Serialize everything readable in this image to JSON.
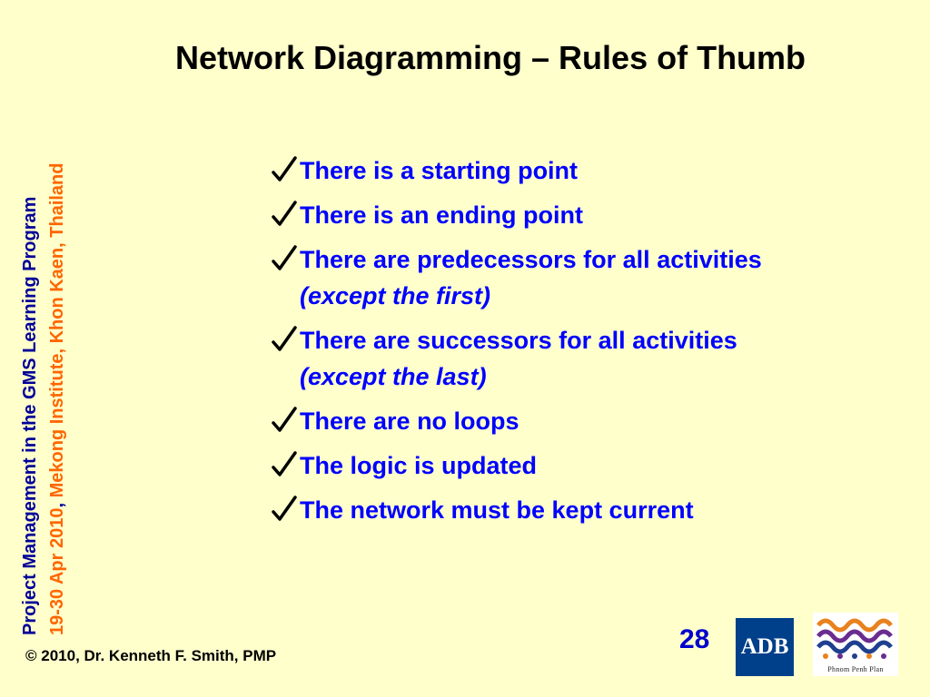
{
  "slide": {
    "title": "Network Diagramming – Rules of Thumb",
    "bullets": [
      {
        "text": "There is a starting point",
        "italic": ""
      },
      {
        "text": "There is an ending point",
        "italic": ""
      },
      {
        "text": "There are predecessors for all activities ",
        "italic": "(except the first)"
      },
      {
        "text": "There are successors for all activities ",
        "italic": "(except the last)"
      },
      {
        "text": "There are no loops",
        "italic": ""
      },
      {
        "text": "The logic is updated",
        "italic": ""
      },
      {
        "text": "The network must be kept current",
        "italic": ""
      }
    ],
    "bullet_icon": "checkmark-icon",
    "page_number": "28"
  },
  "sidebar": {
    "program": "Project Management in the GMS Learning Program",
    "dates": "19-30 Apr 2010",
    "separator": ", ",
    "location": "Mekong Institute, Khon Kaen, Thailand"
  },
  "footer": {
    "copyright": "© 2010, Dr. Kenneth F. Smith, PMP"
  },
  "logos": {
    "adb": "ADB",
    "ppp": "Phnom Penh Plan"
  },
  "colors": {
    "background": "#FFFFCC",
    "bullet_text": "#0000FF",
    "sidebar_primary": "#000099",
    "sidebar_accent": "#FF6600"
  }
}
